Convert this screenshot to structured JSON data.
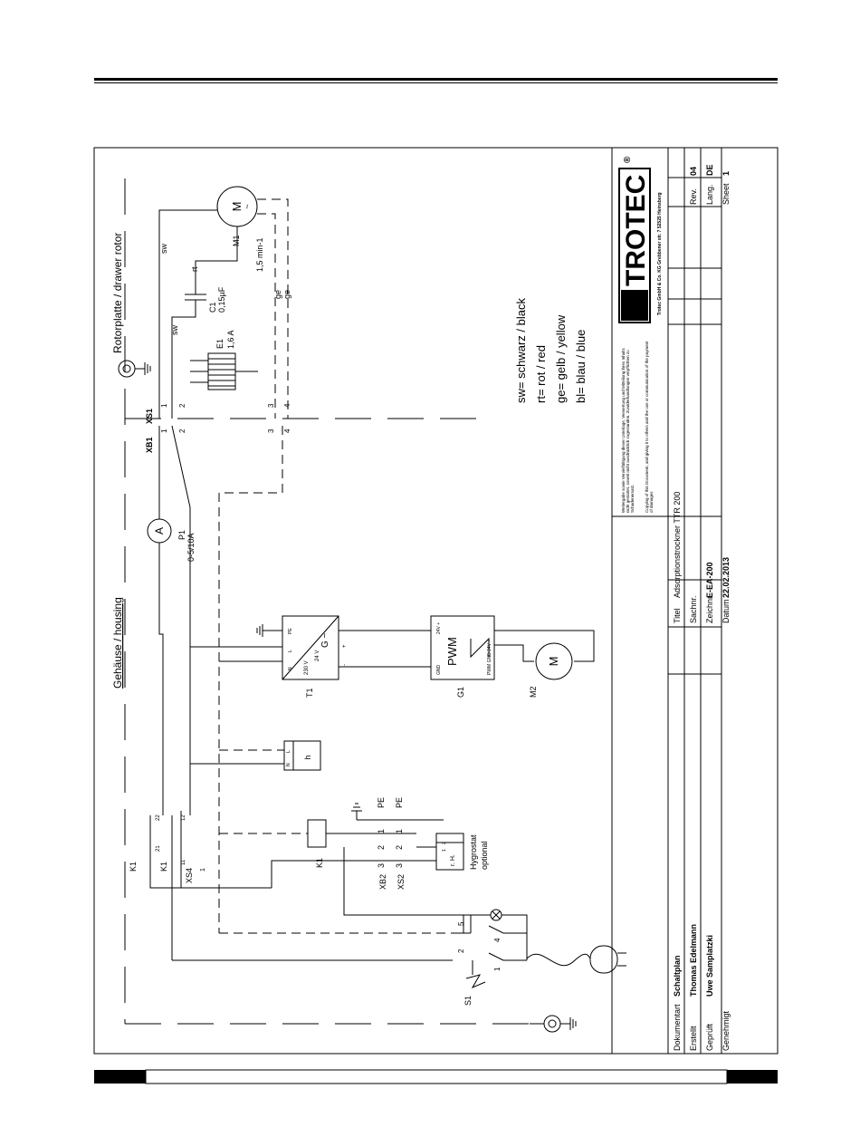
{
  "housing_label": "Gehäuse / housing",
  "rotor_label": "Rotorplatte / drawer rotor",
  "legend": {
    "sw": "sw= schwarz / black",
    "rt": "rt= rot / red",
    "ge": "ge= gelb / yellow",
    "bl": "bl= blau / blue"
  },
  "components": {
    "m1": {
      "ref": "M1",
      "spec": "1,5 min-1",
      "symbol": "M",
      "sub": "~"
    },
    "c1": {
      "ref": "C1",
      "spec": "0,15µF"
    },
    "e1": {
      "ref": "E1",
      "spec": "1,6 A"
    },
    "p1": {
      "ref": "P1",
      "spec": "0-5/10A",
      "symbol": "A"
    },
    "t1": {
      "ref": "T1",
      "in": "230 V",
      "out": "24 V",
      "symbol": "G ~",
      "t_l": "L",
      "t_n": "N",
      "t_pe": "PE",
      "t_minus": "-",
      "t_plus": "+"
    },
    "g1": {
      "ref": "G1",
      "symbol": "PWM",
      "gnd_in": "GND",
      "v_in": "24V +",
      "out": "PWM GND 24V +"
    },
    "m2": {
      "ref": "M2",
      "symbol": "M"
    },
    "h": {
      "symbol": "h",
      "t_l": "L",
      "t_n": "N"
    },
    "k1": {
      "ref": "K1",
      "c21": "21",
      "c22": "22",
      "c11": "11",
      "c12": "12"
    },
    "xs4": {
      "ref": "XS4",
      "pin": "1"
    },
    "hygro": {
      "label1": "Hygrostat",
      "label2": "optional",
      "symbol": "r. H.",
      "p1": "1",
      "p2": "2"
    },
    "xb2": {
      "ref": "XB2",
      "pins": [
        "3",
        "2",
        "1"
      ]
    },
    "xs2": {
      "ref": "XS2",
      "pins": [
        "3",
        "2",
        "1"
      ]
    },
    "pe1": "PE",
    "pe2": "PE",
    "s1": {
      "ref": "S1",
      "p1": "1",
      "p2": "2",
      "p4": "4",
      "p5": "5"
    },
    "xb1": {
      "ref": "XB1",
      "pins": [
        "1",
        "2",
        "3",
        "4"
      ]
    },
    "xs1": {
      "ref": "XS1",
      "pins": [
        "1",
        "2",
        "3",
        "4"
      ]
    },
    "wires": {
      "sw1": "sw",
      "sw2": "sw",
      "rt": "rt",
      "ge1": "ge",
      "ge2": "ge"
    }
  },
  "title_block": {
    "logo": "TROTEC",
    "registered": "®",
    "company": "Trotec GmbH & Co. KG Grebbener str. 7 52525 Heinsberg",
    "notice_de": "Weitergabe sowie Vervielfältigung dieser Unterlage, Verwertung und Mitteilung ihres Inhalts nicht gestattet, soweit nicht ausdrücklich zugestanden. Zuwiderhandlungen verpflichten zu Schadenersatz.",
    "notice_en": "Copying of this Document, and giving it to others and the use or communication of the payment of damages",
    "rows": [
      {
        "label": "Dokumentart",
        "value": "Schaltplan"
      },
      {
        "label": "Erstellt",
        "value": "Thomas Edelmann"
      },
      {
        "label": "Geprüft",
        "value": "Uwe Samplatzki"
      },
      {
        "label": "Genehmigt",
        "value": ""
      }
    ],
    "fields": [
      {
        "label": "Titel",
        "value": "Adsorptionstrockner TTR 200"
      },
      {
        "label": "Sachnr.",
        "value": ""
      },
      {
        "label": "Zeichnr.",
        "value": "E-EA-200"
      },
      {
        "label": "Datum",
        "value": "22.02.2013"
      }
    ],
    "rev": {
      "label": "Rev.",
      "value": "04"
    },
    "lang": {
      "label": "Lang.",
      "value": "DE"
    },
    "sheet": {
      "label": "Sheet",
      "value": "1"
    }
  }
}
